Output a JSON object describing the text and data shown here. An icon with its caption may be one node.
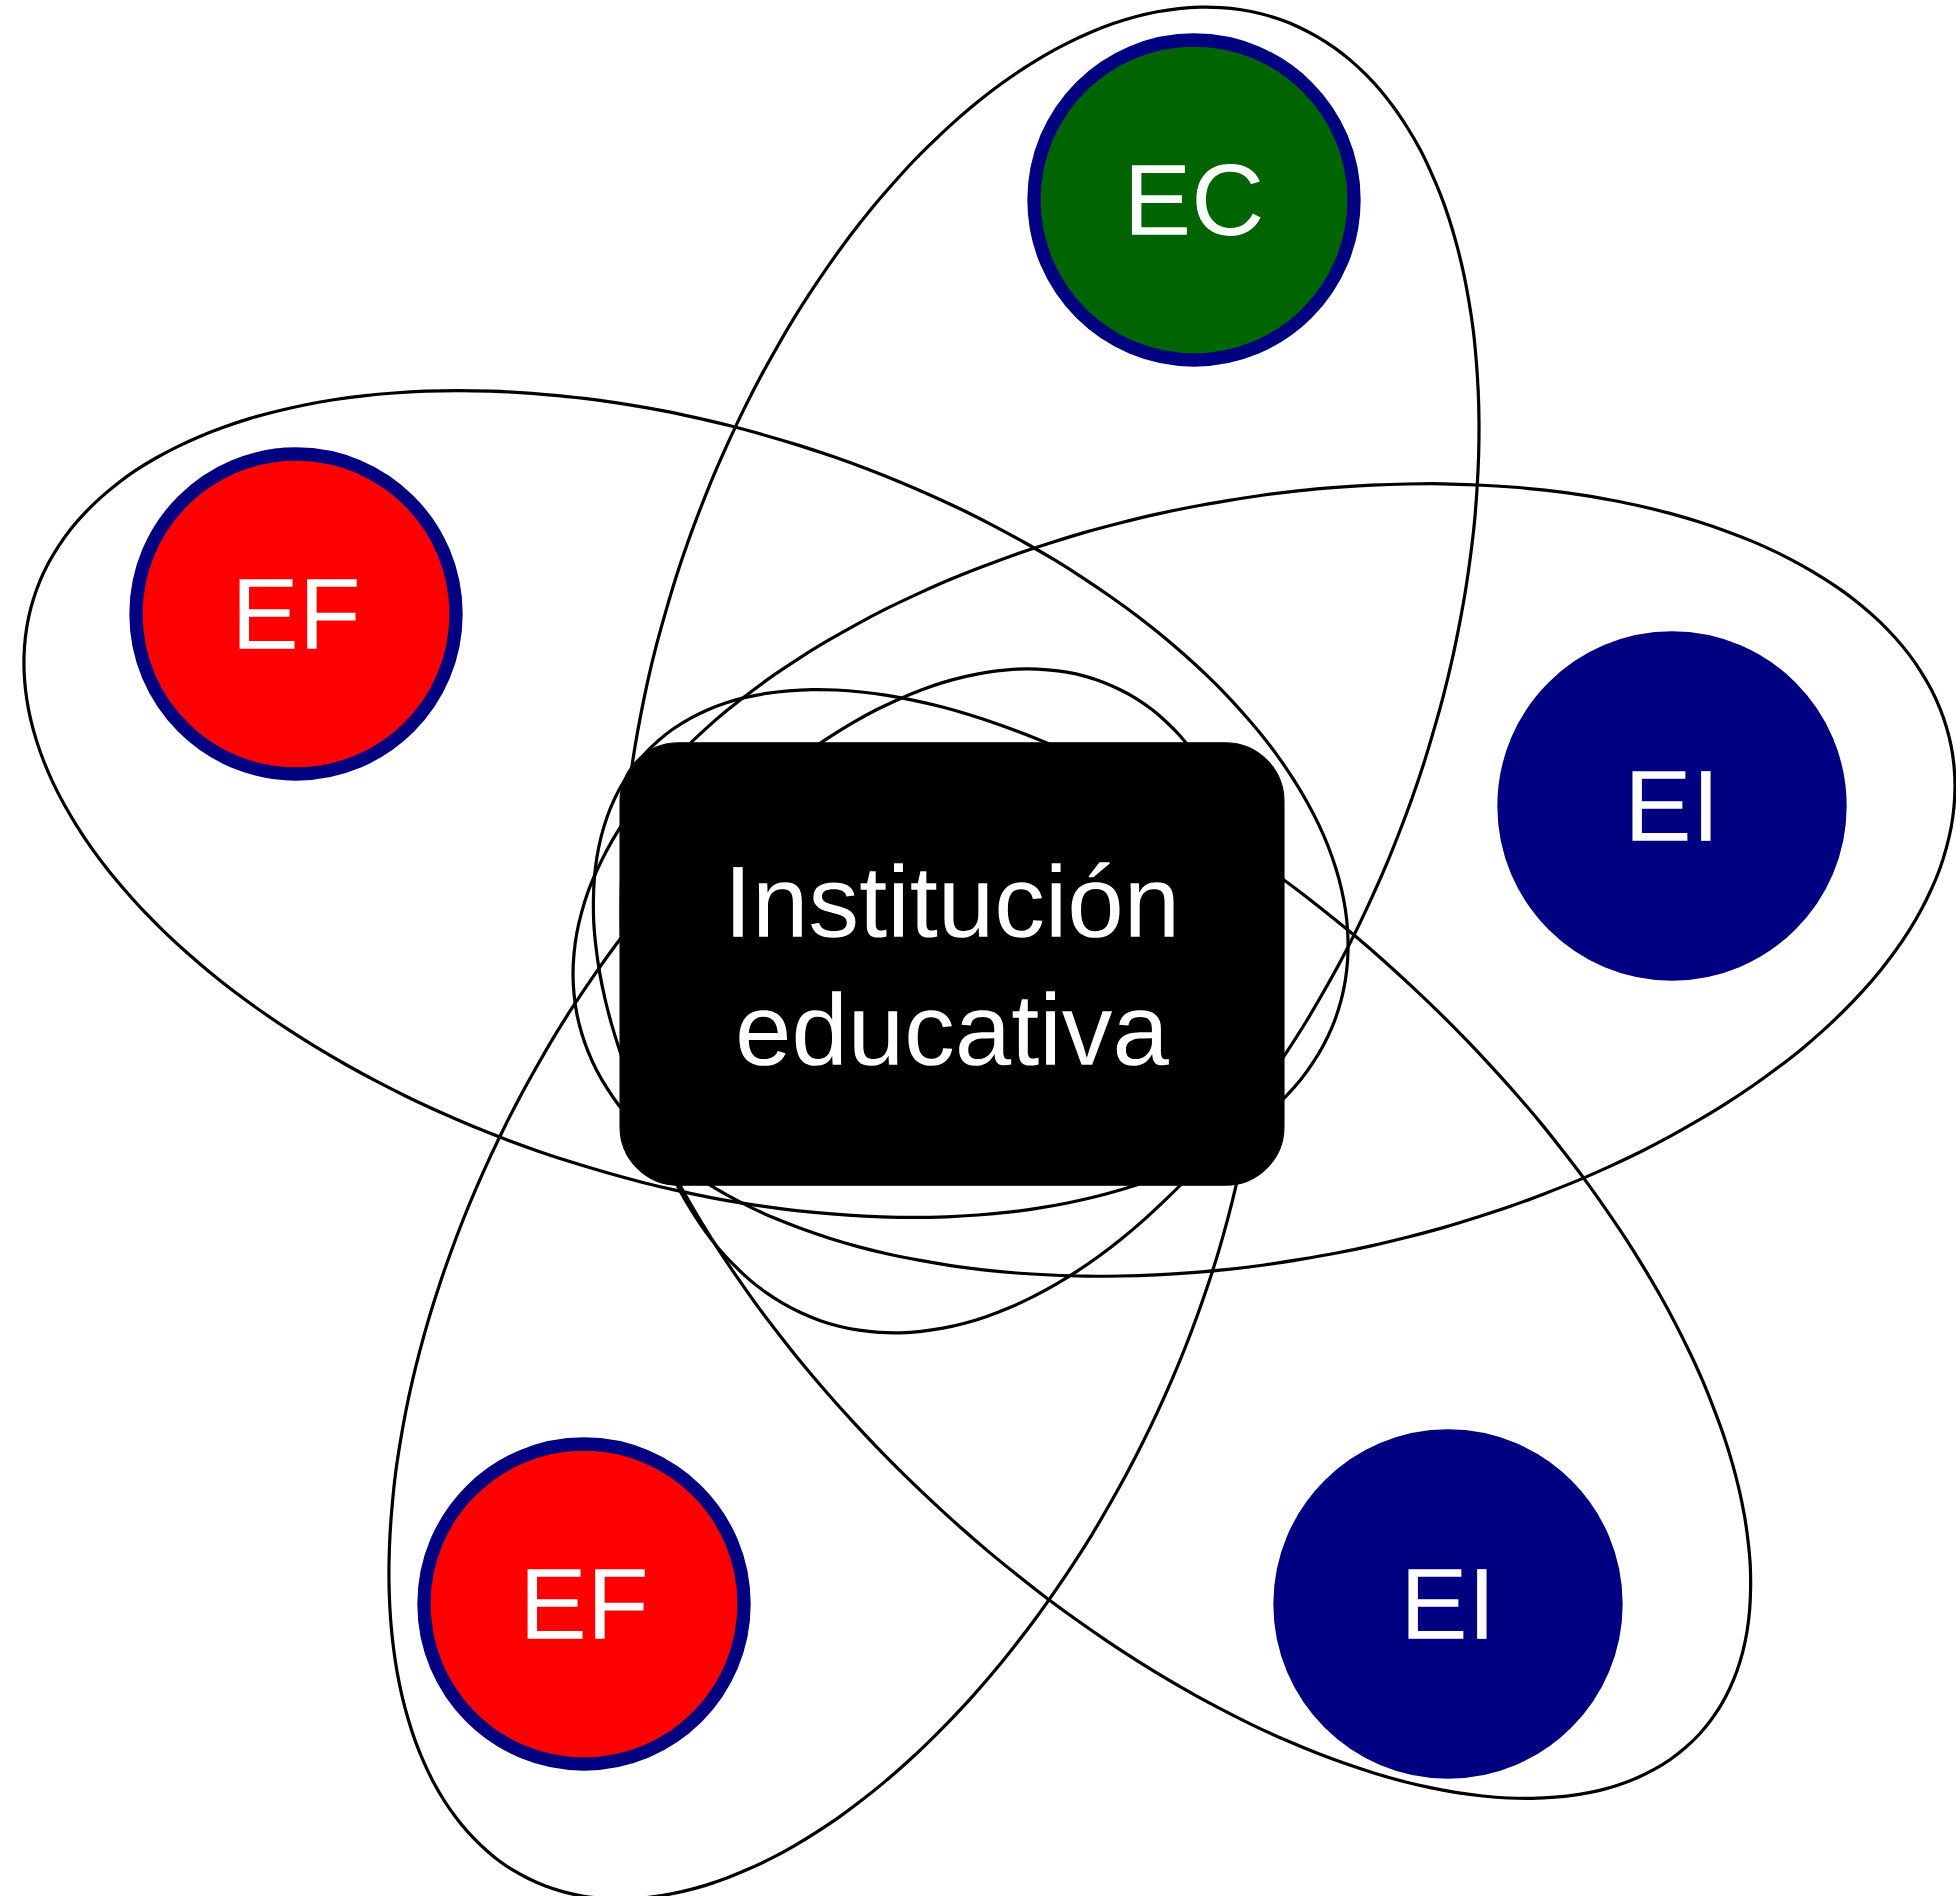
{
  "diagram": {
    "nodes": [
      {
        "text": [
          "Institución educativa"
        ]
      },
      {
        "text": [
          "EC"
        ]
      },
      {
        "text": [
          "EF"
        ]
      },
      {
        "text": [
          "EI"
        ]
      },
      {
        "text": [
          "EF"
        ]
      },
      {
        "text": [
          "EI"
        ]
      }
    ]
  }
}
